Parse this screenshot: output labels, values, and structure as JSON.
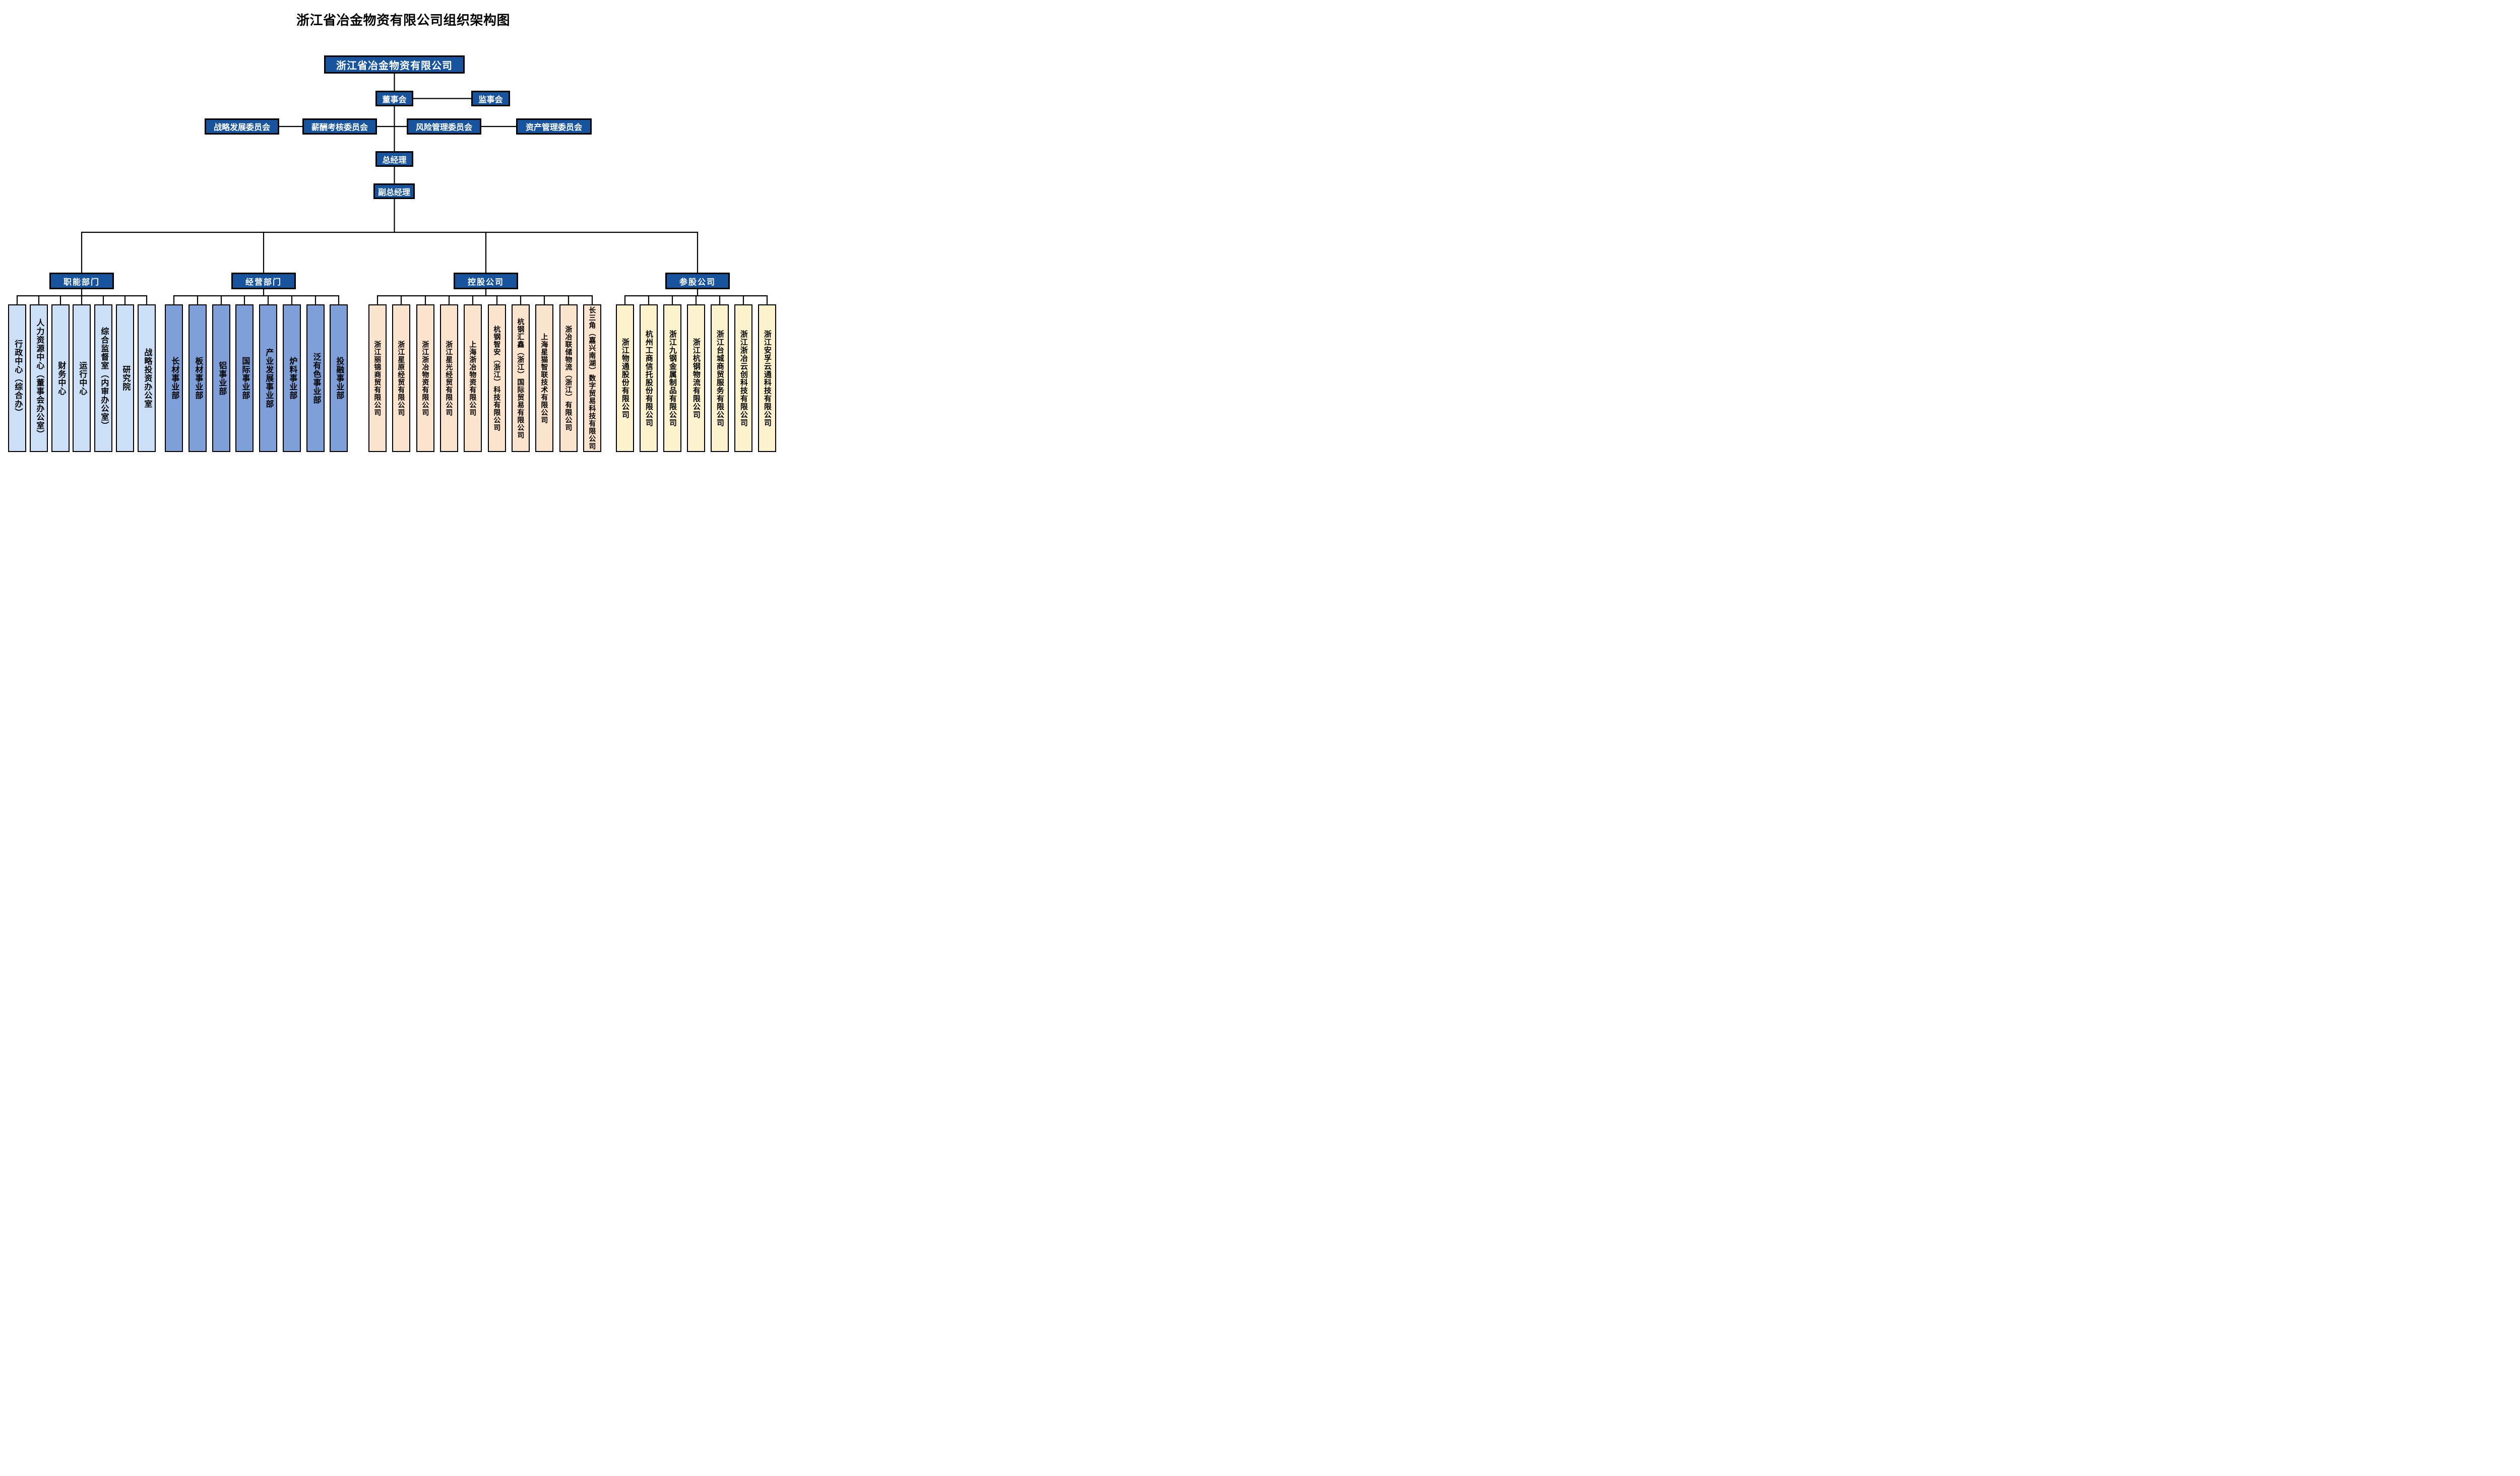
{
  "title": "浙江省冶金物资有限公司组织架构图",
  "colors": {
    "box_blue": "#17549D",
    "line": "#000000",
    "functional_fill": "#CBE0F7",
    "business_fill": "#7E9FD8",
    "holding_fill": "#FBE4CD",
    "invested_fill": "#FCF2CE"
  },
  "root": {
    "label": "浙江省冶金物资有限公司"
  },
  "governance": {
    "board": "董事会",
    "supervisory": "监事会",
    "committees": [
      "战略发展委员会",
      "薪酬考核委员会",
      "风险管理委员会",
      "资产管理委员会"
    ]
  },
  "management": {
    "general_manager": "总经理",
    "deputy_general_manager": "副总经理"
  },
  "groups": [
    {
      "header": "职能部门",
      "items": [
        "行政中心（综合办）",
        "人力资源中心（董事会办公室）",
        "财务中心",
        "运行中心",
        "综合监督室（内审办公室）",
        "研究院",
        "战略投资办公室"
      ]
    },
    {
      "header": "经营部门",
      "items": [
        "长材事业部",
        "板材事业部",
        "铝事业部",
        "国际事业部",
        "产业发展事业部",
        "炉料事业部",
        "泛有色事业部",
        "投融事业部"
      ]
    },
    {
      "header": "控股公司",
      "items": [
        "浙江丽锦商贸有限公司",
        "浙江星原经贸有限公司",
        "浙江浙冶物资有限公司",
        "浙江星光经贸有限公司",
        "上海浙冶物资有限公司",
        "杭钢智安（浙江）科技有限公司",
        "杭钢汇鑫（浙江）国际贸易有限公司",
        "上海星猫智联技术有限公司",
        "浙冶联储物流（浙江）有限公司",
        "长三角（嘉兴南湖）数字贸易科技有限公司"
      ]
    },
    {
      "header": "参股公司",
      "items": [
        "浙江物通股份有限公司",
        "杭州工商信托股份有限公司",
        "浙江九钢金属制品有限公司",
        "浙江杭钢物流有限公司",
        "浙江台城商贸服务有限公司",
        "浙江浙冶云创科技有限公司",
        "浙江安孚云通科技有限公司"
      ]
    }
  ]
}
